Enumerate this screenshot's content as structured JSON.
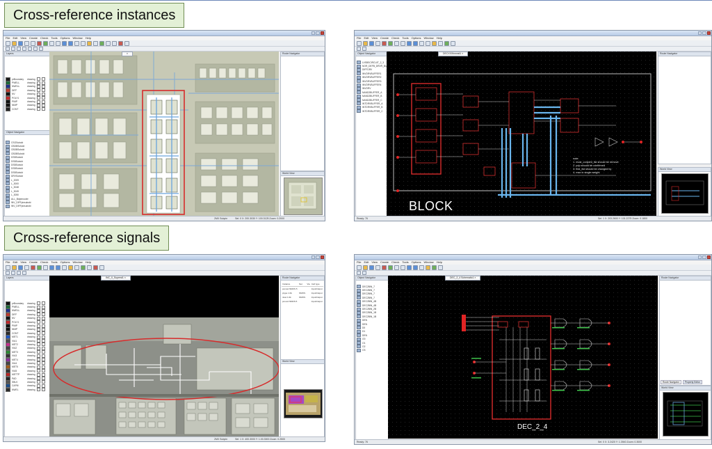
{
  "slide": {
    "label_instances": "Cross-reference instances",
    "label_signals": "Cross-reference signals"
  },
  "common": {
    "menu": [
      "File",
      "Edit",
      "View",
      "Create",
      "Check",
      "Tools",
      "Options",
      "Window",
      "Help"
    ]
  },
  "win1": {
    "layers_head": "Layers",
    "nav_head": "Object Navigator",
    "tree_nav_head": "Route Navigator",
    "minimap_head": "World View",
    "layers": [
      {
        "name": "prBoundary",
        "purpose": "drawing",
        "color": "#1a1a1a"
      },
      {
        "name": "PWELL",
        "purpose": "drawing",
        "color": "#1f6b3a"
      },
      {
        "name": "NWELL",
        "purpose": "drawing",
        "color": "#1e2f8c"
      },
      {
        "name": "DIFF",
        "purpose": "drawing",
        "color": "#b93a2e"
      },
      {
        "name": "NV",
        "purpose": "drawing",
        "color": "#111111"
      },
      {
        "name": "POLY1",
        "purpose": "drawing",
        "color": "#c0282b"
      },
      {
        "name": "PIMP",
        "purpose": "drawing",
        "color": "#111111"
      },
      {
        "name": "NIMP",
        "purpose": "drawing",
        "color": "#111111"
      },
      {
        "name": "CONT",
        "purpose": "drawing",
        "color": "#222222"
      }
    ],
    "tree": [
      "CSGSubckt",
      "CBDBSubckt",
      "CBDBSubckt",
      "CBDBSubckt",
      "DSBSubckt",
      "DSBSubckt",
      "DSBSubckt",
      "DSBSubckt",
      "DSBSubckt",
      "DRVSubckt",
      "L_2009",
      "L_3000",
      "L_3048",
      "L_3049",
      "L_3050",
      "ALL_Bdpinrouter",
      "INV_DIFFpinsubckt",
      "INV_DIFFpinsubckt"
    ],
    "status": "2MX Subpin",
    "status_right": "Sel: 0   X: 200.3030 Y: 100.3125   Zoom: 0.2000"
  },
  "win2": {
    "tab": "DECXXXbxxxst1",
    "nav_head": "Object Navigator",
    "tree": [
      "LVSBSCIRCUIT_2_3",
      "NOR_DEFB_DRVR_BUF",
      "DIFFDRV",
      "INVDRVBUFFER1",
      "INVDRVBUFFER2",
      "INVDRVBUFFER3",
      "INVDRVBUFFER4",
      "INVDRV",
      "NAND2BUFFER_A",
      "NAND2BUFFER_B",
      "NAND2BUFFER_C",
      "INTDRVBUFFER_A",
      "INTDRVBUFFER_B",
      "INTDRVBUFFER_C"
    ],
    "block_label": "BLOCK",
    "note_lines": [
      "note:",
      "1. must_conjoint_list should be remove",
      "2. pop should be confirmed",
      "3. first_list should be changed by",
      "4. max in single weight"
    ],
    "status": "Ready: 76",
    "status_right": "Sel: 1   X: 203.2600  Y: 101.2275   Zoom: 0.1800"
  },
  "win3": {
    "tab": "INC_0_Superst1",
    "props_headers": [
      "Instance",
      "Net",
      "Via",
      "Cell type"
    ],
    "props_rows": [
      [
        "poma1 NMOS 5",
        "",
        "",
        "InputOutput"
      ],
      [
        "ptype 1.0k",
        "NMOS",
        "",
        "InputOutput"
      ],
      [
        "nlow 1.0k",
        "NMOS",
        "",
        "InputOutput"
      ],
      [
        "pmos4 NMOS 5",
        "",
        "",
        "InputOutput"
      ]
    ],
    "layers": [
      {
        "name": "prBoundary",
        "purpose": "drawing",
        "color": "#111111"
      },
      {
        "name": "PWELL",
        "purpose": "drawing",
        "color": "#1f6b3a"
      },
      {
        "name": "NWELL",
        "purpose": "drawing",
        "color": "#1e2f8c"
      },
      {
        "name": "DIFF",
        "purpose": "drawing",
        "color": "#b93a2e"
      },
      {
        "name": "NV",
        "purpose": "drawing",
        "color": "#111111"
      },
      {
        "name": "POLY1",
        "purpose": "drawing",
        "color": "#c0282b"
      },
      {
        "name": "PIMP",
        "purpose": "drawing",
        "color": "#111111"
      },
      {
        "name": "NIMP",
        "purpose": "drawing",
        "color": "#111111"
      },
      {
        "name": "CONT",
        "purpose": "drawing",
        "color": "#2b2b2b"
      },
      {
        "name": "MET1",
        "purpose": "drawing",
        "color": "#1d56c2"
      },
      {
        "name": "VIA1",
        "purpose": "drawing",
        "color": "#4b4b4b"
      },
      {
        "name": "MET2",
        "purpose": "drawing",
        "color": "#c22f8d"
      },
      {
        "name": "VIA2",
        "purpose": "drawing",
        "color": "#444444"
      },
      {
        "name": "MET3",
        "purpose": "drawing",
        "color": "#2d8a35"
      },
      {
        "name": "VIA3",
        "purpose": "drawing",
        "color": "#333333"
      },
      {
        "name": "MET4",
        "purpose": "drawing",
        "color": "#8a2d9a"
      },
      {
        "name": "VIA4",
        "purpose": "drawing",
        "color": "#444444"
      },
      {
        "name": "MET5",
        "purpose": "drawing",
        "color": "#a05a18"
      },
      {
        "name": "VIA5",
        "purpose": "drawing",
        "color": "#333333"
      },
      {
        "name": "METTP",
        "purpose": "drawing",
        "color": "#b52424"
      },
      {
        "name": "PAD",
        "purpose": "drawing",
        "color": "#222222"
      },
      {
        "name": "SBLK",
        "purpose": "drawing",
        "color": "#555555"
      },
      {
        "name": "CAPM",
        "purpose": "drawing",
        "color": "#1a4c8b"
      },
      {
        "name": "NWEL",
        "purpose": "drawing",
        "color": "#2b2b2b"
      }
    ],
    "status": "2MX Subpin",
    "status_right": "Sel: 1   X: 400.3000 Y: 1.00.3000   Zoom: 0.2500"
  },
  "win4": {
    "tab": "DEC_2_4 Schematic1",
    "tree": [
      "DEC2BIN_7",
      "DEC2BIN_7",
      "DEC2BIN_7",
      "DEC2BIN_7",
      "DEC2BIN_4B",
      "DEC2BIN_4B",
      "DEC2BIN_2B",
      "DEC2BIN_1B",
      "DEC2BIN_1B",
      "DEN",
      "DEN",
      "D0",
      "D1",
      "DEN",
      "O0",
      "O1",
      "O2",
      "O3"
    ],
    "nav_tabs": [
      "Route Navigator",
      "Property Editor"
    ],
    "dec_label": "DEC_2_4",
    "status": "Ready: 76",
    "status_right": "Sel: 0   X: 3.2420  Y: 1.3940   Zoom: 0.3000"
  }
}
